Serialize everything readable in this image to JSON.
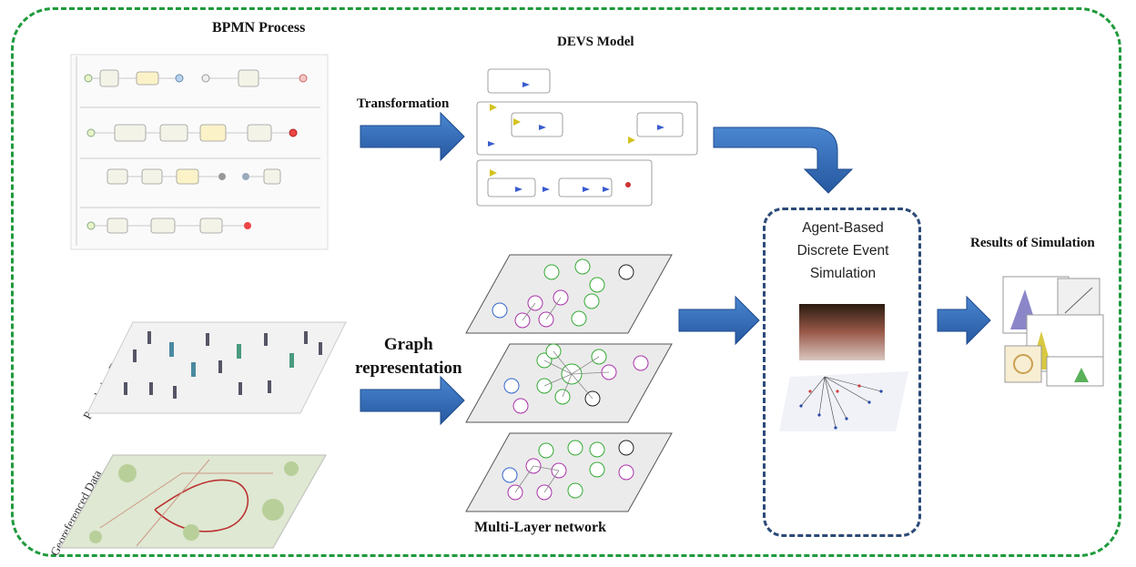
{
  "labels": {
    "bpmn_process": "BPMN Process",
    "devs_model": "DEVS Model",
    "transformation": "Transformation",
    "graph_line1": "Graph",
    "graph_line2": "representation",
    "results": "Results of Simulation",
    "multi_layer": "Multi-Layer network",
    "population": "Population Data",
    "georeferenced": "Georeferenced Data",
    "abm_line1": "Agent-Based",
    "abm_line2": "Discrete Event",
    "abm_line3": "Simulation"
  },
  "colors": {
    "frame": "#1f9a3c",
    "arrow": "#2e67b3",
    "abm_border": "#2c4a78"
  }
}
